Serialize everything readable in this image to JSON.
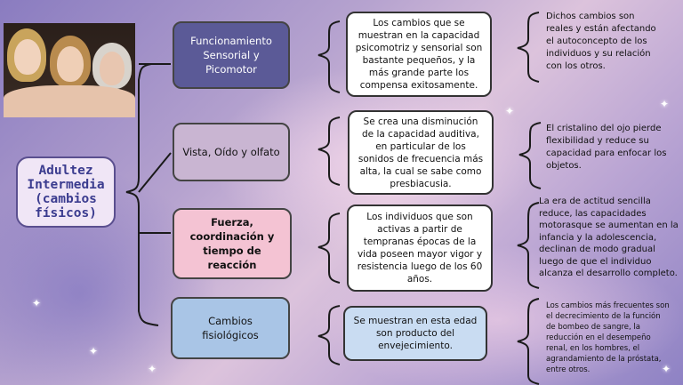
{
  "center": {
    "title": "Adultez Intermedia (cambios físicos)"
  },
  "branches": [
    {
      "category": "Funcionamiento Sensorial y Picomotor",
      "description": "Los cambios que se muestran en la capacidad psicomotriz y sensorial son bastante pequeños, y la más grande parte los compensa exitosamente.",
      "note": "Dichos cambios son reales y están afectando el autoconcepto de los individuos y su relación con los otros."
    },
    {
      "category": "Vista, Oído y olfato",
      "description": "Se crea una disminución de la capacidad auditiva, en particular de los sonidos de frecuencia más alta, la cual se sabe como presbiacusia.",
      "note": "El cristalino del ojo pierde flexibilidad y reduce su capacidad para enfocar los objetos."
    },
    {
      "category": "Fuerza, coordinación y tiempo de reacción",
      "description": "Los individuos que son activas a partir de tempranas épocas de la vida poseen mayor vigor y resistencia luego de los 60 años.",
      "note": "La era de actitud sencilla reduce, las capacidades motorasque se aumentan en la infancia y la adolescencia, declinan de modo gradual luego de que el individuo alcanza el desarrollo completo."
    },
    {
      "category": "Cambios fisiológicos",
      "description": "Se muestran en esta edad son producto del envejecimiento.",
      "note": "Los cambios más frecuentes son el decrecimiento de la función de bombeo de sangre, la reducción en el desempeño renal, en los hombres, el agrandamiento de la próstata, entre otros."
    }
  ],
  "colors": {
    "cat1_bg": "#5b5a97",
    "cat2_bg": "#c9b5d2",
    "cat3_bg": "#f4c3d3",
    "cat4_bg": "#a9c5e6",
    "desc4_bg": "#c9dcf2",
    "center_text": "#3b3c8f"
  }
}
